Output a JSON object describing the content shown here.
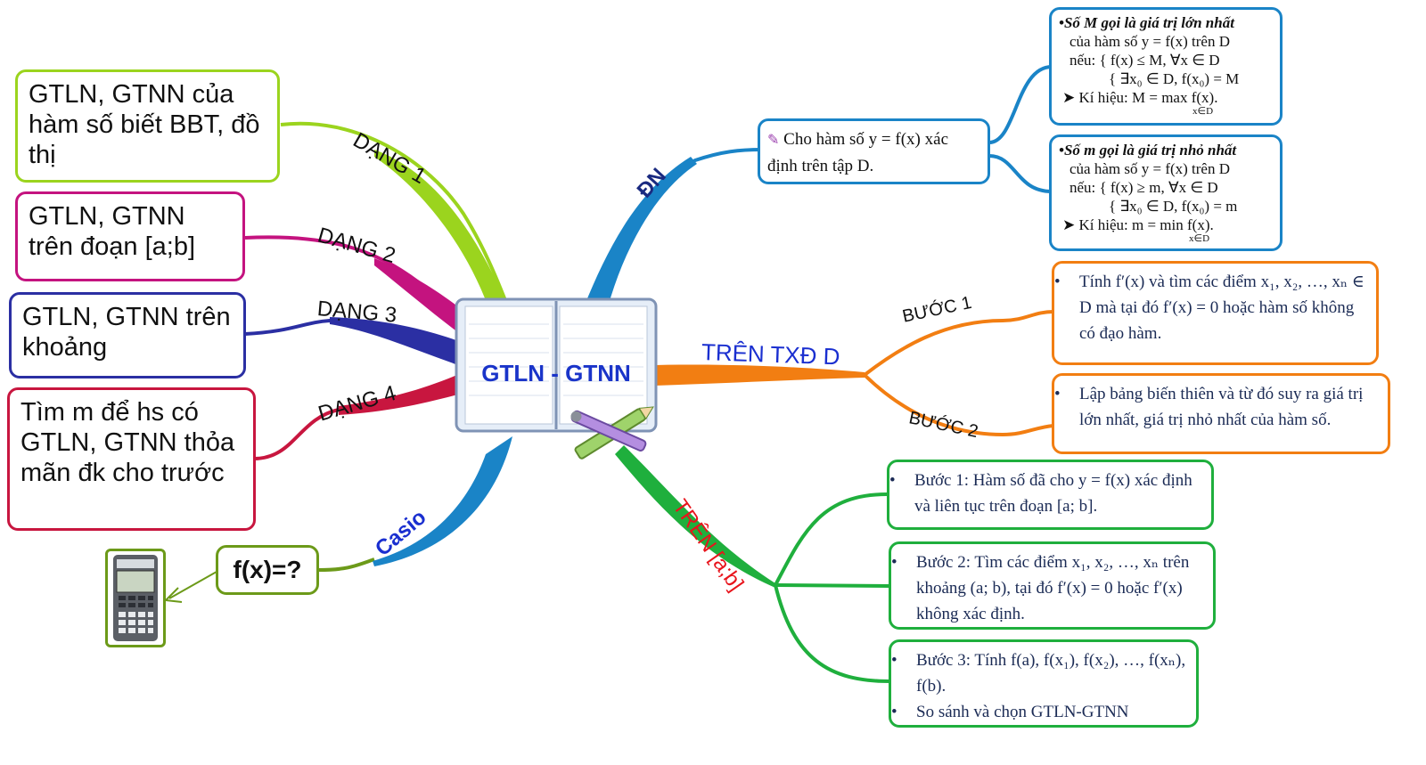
{
  "center": {
    "title": "GTLN - GTNN"
  },
  "branches": {
    "dang1": {
      "label": "DẠNG 1",
      "text": "GTLN, GTNN của hàm số biết BBT, đồ thị"
    },
    "dang2": {
      "label": "DẠNG 2",
      "text": "GTLN, GTNN trên đoạn [a;b]"
    },
    "dang3": {
      "label": "DẠNG 3",
      "text": "GTLN, GTNN trên khoảng"
    },
    "dang4": {
      "label": "DẠNG 4",
      "text": "Tìm m để hs có GTLN, GTNN thỏa mãn đk cho trước"
    },
    "casio": {
      "label": "Casio",
      "text": "f(x)=?"
    },
    "dn": {
      "label": "ĐN",
      "text": "Cho hàm số y = f(x) xác định trên tập D.",
      "max": {
        "l1": "•Số M gọi là giá trị lớn nhất",
        "l2": "của hàm số y = f(x) trên D",
        "l3": "nếu: { f(x) ≤ M, ∀x ∈ D",
        "l4": "{ ∃x₀ ∈ D, f(x₀) = M",
        "l5": "➤ Kí hiệu: M = max f(x).",
        "l6": "x∈D"
      },
      "min": {
        "l1": "•Số m gọi là giá trị nhỏ nhất",
        "l2": "của hàm số y = f(x) trên D",
        "l3": "nếu: { f(x) ≥ m, ∀x ∈ D",
        "l4": "{ ∃x₀ ∈ D, f(x₀) = m",
        "l5": "➤ Kí hiệu: m = min f(x).",
        "l6": "x∈D"
      }
    },
    "txd": {
      "label": "TRÊN TXĐ D",
      "step1_label": "BƯỚC 1",
      "step2_label": "BƯỚC 2",
      "step1": "Tính f′(x) và tìm các điểm x₁, x₂, …, xₙ ∈ D mà tại đó f′(x) = 0 hoặc hàm số không có đạo hàm.",
      "step2": "Lập bảng biến thiên và từ đó suy ra giá trị lớn nhất, giá trị nhỏ nhất của hàm số."
    },
    "ab": {
      "label": "TRÊN [a;b]",
      "b1": "Bước 1: Hàm số đã cho y = f(x) xác định và liên tục trên đoạn [a; b].",
      "b2": "Bước 2: Tìm các điểm x₁, x₂, …, xₙ trên khoảng (a; b), tại đó f′(x) = 0 hoặc f′(x) không xác định.",
      "b3": "Bước 3: Tính f(a), f(x₁), f(x₂), …, f(xₙ), f(b).",
      "b4": "So sánh và chọn GTLN-GTNN"
    }
  },
  "colors": {
    "lime": "#9bd41e",
    "magenta": "#c4137f",
    "navy": "#2b2fa3",
    "crimson": "#c8163f",
    "blue": "#1a84c7",
    "orange": "#f27e12",
    "green": "#1faf3d",
    "olive": "#6c9a19",
    "red": "#e8141c"
  },
  "icons": {
    "center": "notebook-icon",
    "calculator": "calculator-icon",
    "edit": "edit-icon"
  }
}
